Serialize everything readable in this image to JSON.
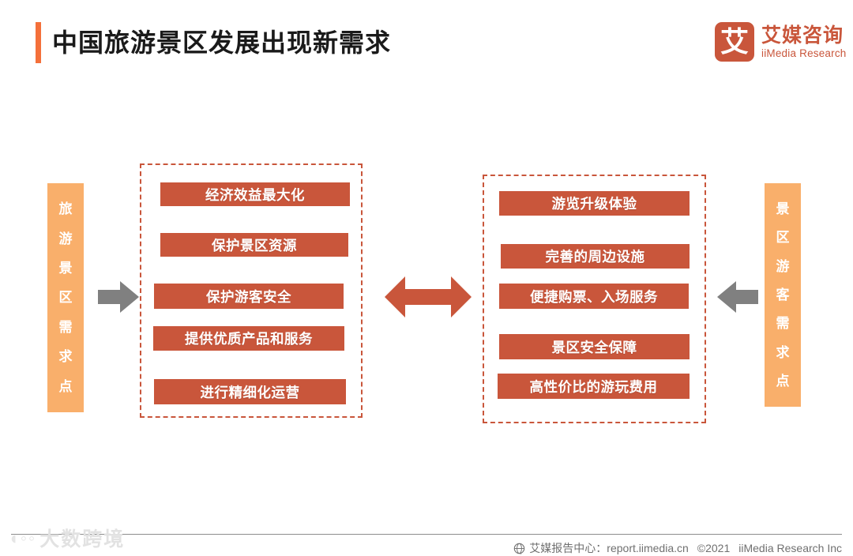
{
  "header": {
    "title": "中国旅游景区发展出现新需求",
    "accent_color": "#F4703A",
    "logo": {
      "mark_char": "艾",
      "name_cn": "艾媒咨询",
      "name_en": "iiMedia Research",
      "color": "#C9563B"
    }
  },
  "diagram": {
    "left_label": {
      "text": "旅游景区需求点",
      "chars": [
        "旅",
        "游",
        "景",
        "区",
        "需",
        "求",
        "点"
      ],
      "color": "#F9AF6B"
    },
    "right_label": {
      "text": "景区游客需求点",
      "chars": [
        "景",
        "区",
        "游",
        "客",
        "需",
        "求",
        "点"
      ],
      "color": "#F9AF6B"
    },
    "left_group": {
      "items": [
        {
          "label": "经济效益最大化"
        },
        {
          "label": "保护景区资源"
        },
        {
          "label": "保护游客安全"
        },
        {
          "label": "提供优质产品和服务"
        },
        {
          "label": "进行精细化运营"
        }
      ]
    },
    "right_group": {
      "items": [
        {
          "label": "游览升级体验"
        },
        {
          "label": "完善的周边设施"
        },
        {
          "label": "便捷购票、入场服务"
        },
        {
          "label": "景区安全保障"
        },
        {
          "label": "高性价比的游玩费用"
        }
      ]
    },
    "item_color": "#C9563B",
    "arrow_gray_color": "#808080",
    "arrow_center_color": "#C9563B"
  },
  "footer": {
    "watermark": "大数跨境",
    "report_center": "艾媒报告中心：report.iimedia.cn",
    "copyright": "©2021",
    "company": "iiMedia Research Inc"
  }
}
